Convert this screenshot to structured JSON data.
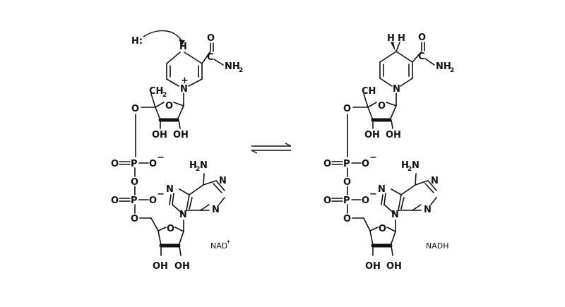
{
  "colors": {
    "ink": "#111111",
    "background": "#ffffff"
  },
  "labels": {
    "hydride": "H:",
    "h": "H",
    "c": "C",
    "o": "O",
    "n": "N",
    "nh": "NH",
    "h2": "H",
    "two": "2",
    "plus": "+",
    "minus": "−",
    "p": "P",
    "oh": "OH",
    "ch": "CH",
    "adenine_amino": "H",
    "n_label": "N"
  },
  "captions": {
    "left_name": "NAD",
    "left_sup": "+",
    "right_name": "NADH"
  }
}
